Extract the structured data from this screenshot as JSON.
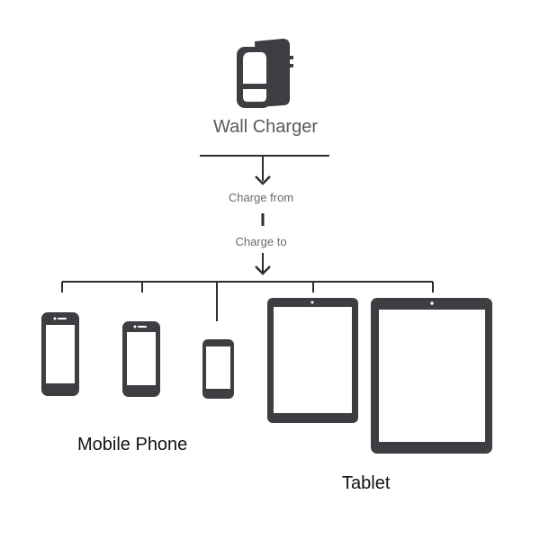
{
  "labels": {
    "wall_charger": "Wall Charger",
    "charge_from": "Charge from",
    "charge_to": "Charge to",
    "mobile_phone": "Mobile Phone",
    "tablet": "Tablet"
  },
  "colors": {
    "device": "#3d3d42",
    "line": "#2e2e2e",
    "screen": "#ffffff"
  },
  "icons": {
    "charger": "wall-charger-icon",
    "phone": "mobile-phone-icon",
    "tablet": "tablet-icon"
  }
}
